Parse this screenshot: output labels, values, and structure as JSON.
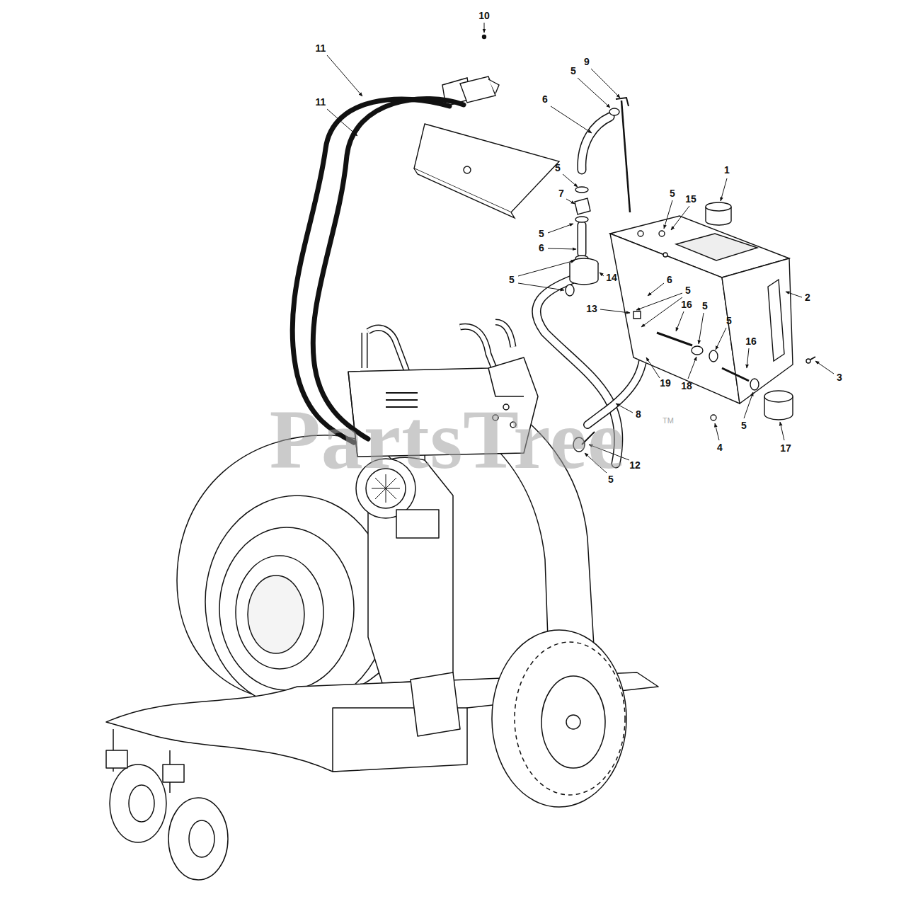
{
  "diagram": {
    "labels": [
      "10",
      "11",
      "11",
      "9",
      "5",
      "6",
      "5",
      "7",
      "5",
      "6",
      "5",
      "14",
      "1",
      "5",
      "15",
      "6",
      "5",
      "13",
      "16",
      "5",
      "2",
      "5",
      "16",
      "3",
      "18",
      "19",
      "8",
      "4",
      "5",
      "17",
      "12",
      "5",
      "PartsTree",
      "TM"
    ]
  }
}
